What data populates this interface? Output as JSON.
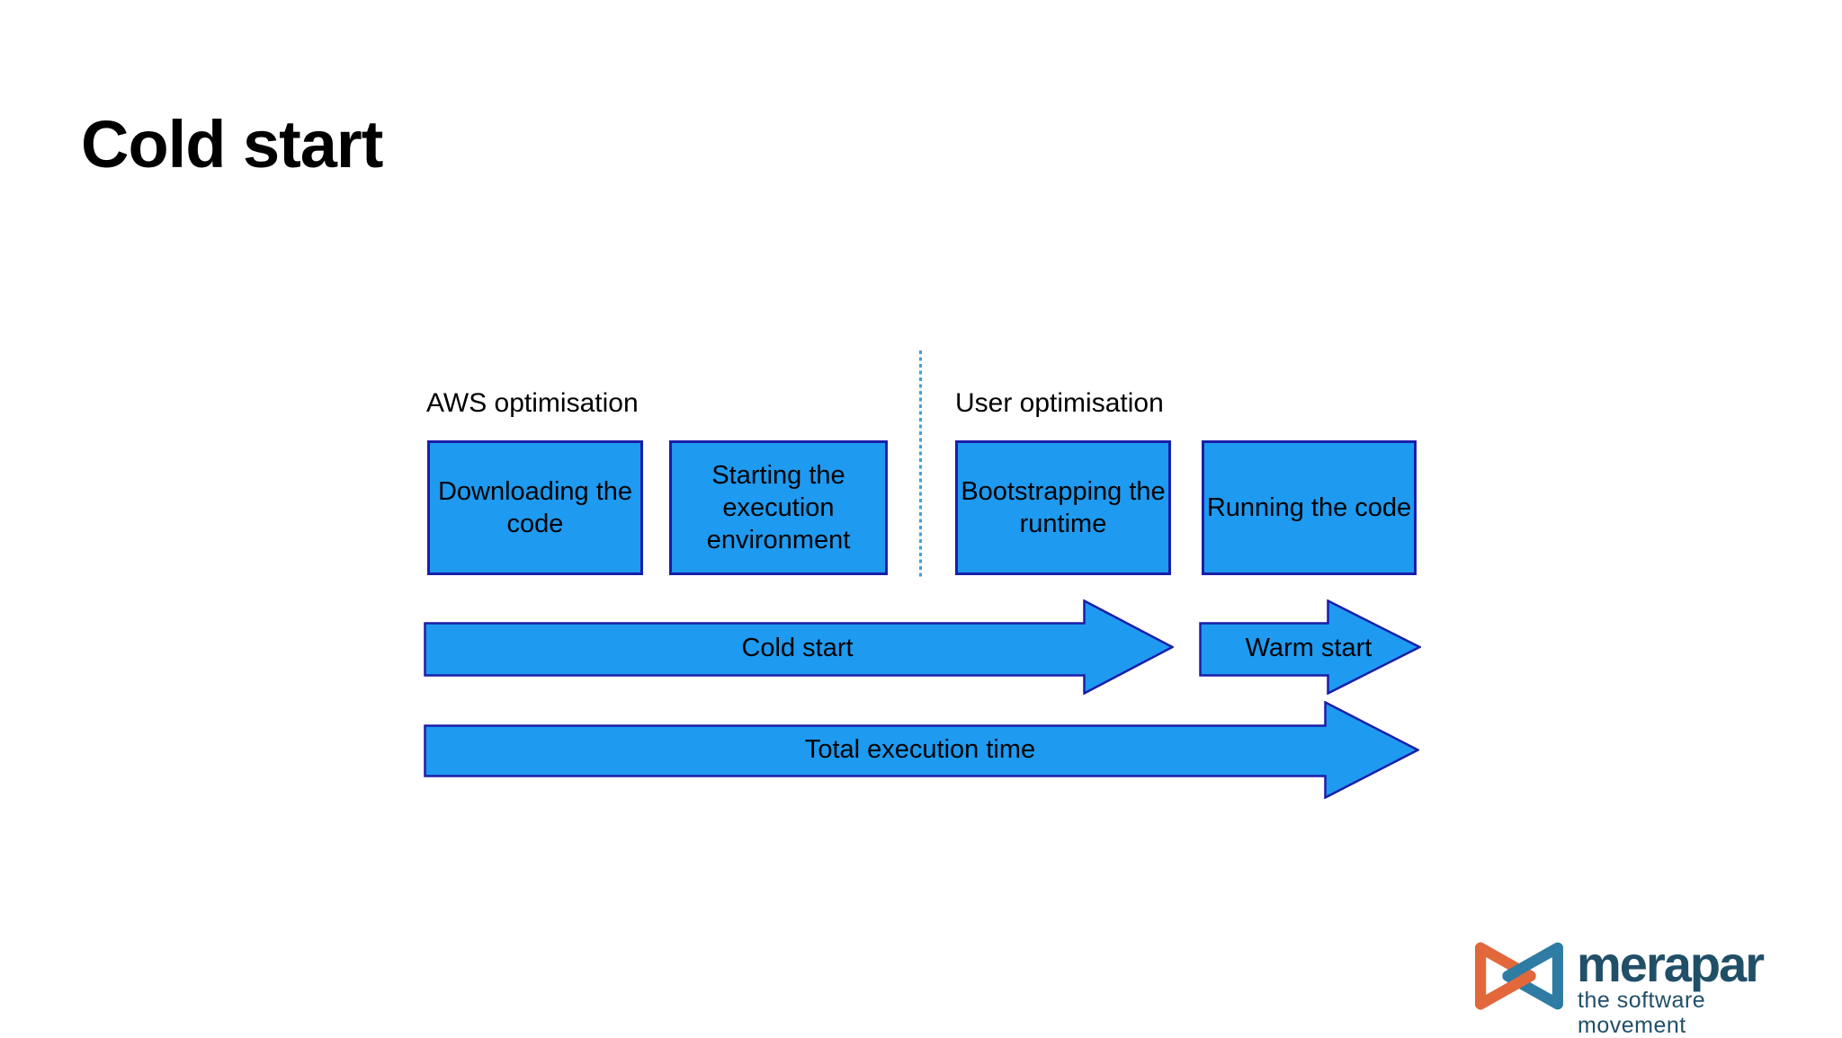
{
  "slide": {
    "title": "Cold start",
    "background": "#ffffff"
  },
  "diagram": {
    "sections": [
      {
        "label": "AWS optimisation"
      },
      {
        "label": "User optimisation"
      }
    ],
    "phases": [
      {
        "label": "Downloading the code"
      },
      {
        "label": "Starting the execution environment"
      },
      {
        "label": "Bootstrapping the runtime"
      },
      {
        "label": "Running the code"
      }
    ],
    "arrows": [
      {
        "label": "Cold start"
      },
      {
        "label": "Warm start"
      },
      {
        "label": "Total execution time"
      }
    ],
    "colors": {
      "shape_fill": "#1e9af0",
      "shape_border": "#1a1ea8",
      "divider": "#3fa3dd",
      "text": "#000000"
    }
  },
  "logo": {
    "brand": "merapar",
    "tagline": "the software movement",
    "colors": {
      "orange": "#e2683c",
      "teal": "#2e7ca3",
      "text": "#214f68"
    }
  }
}
